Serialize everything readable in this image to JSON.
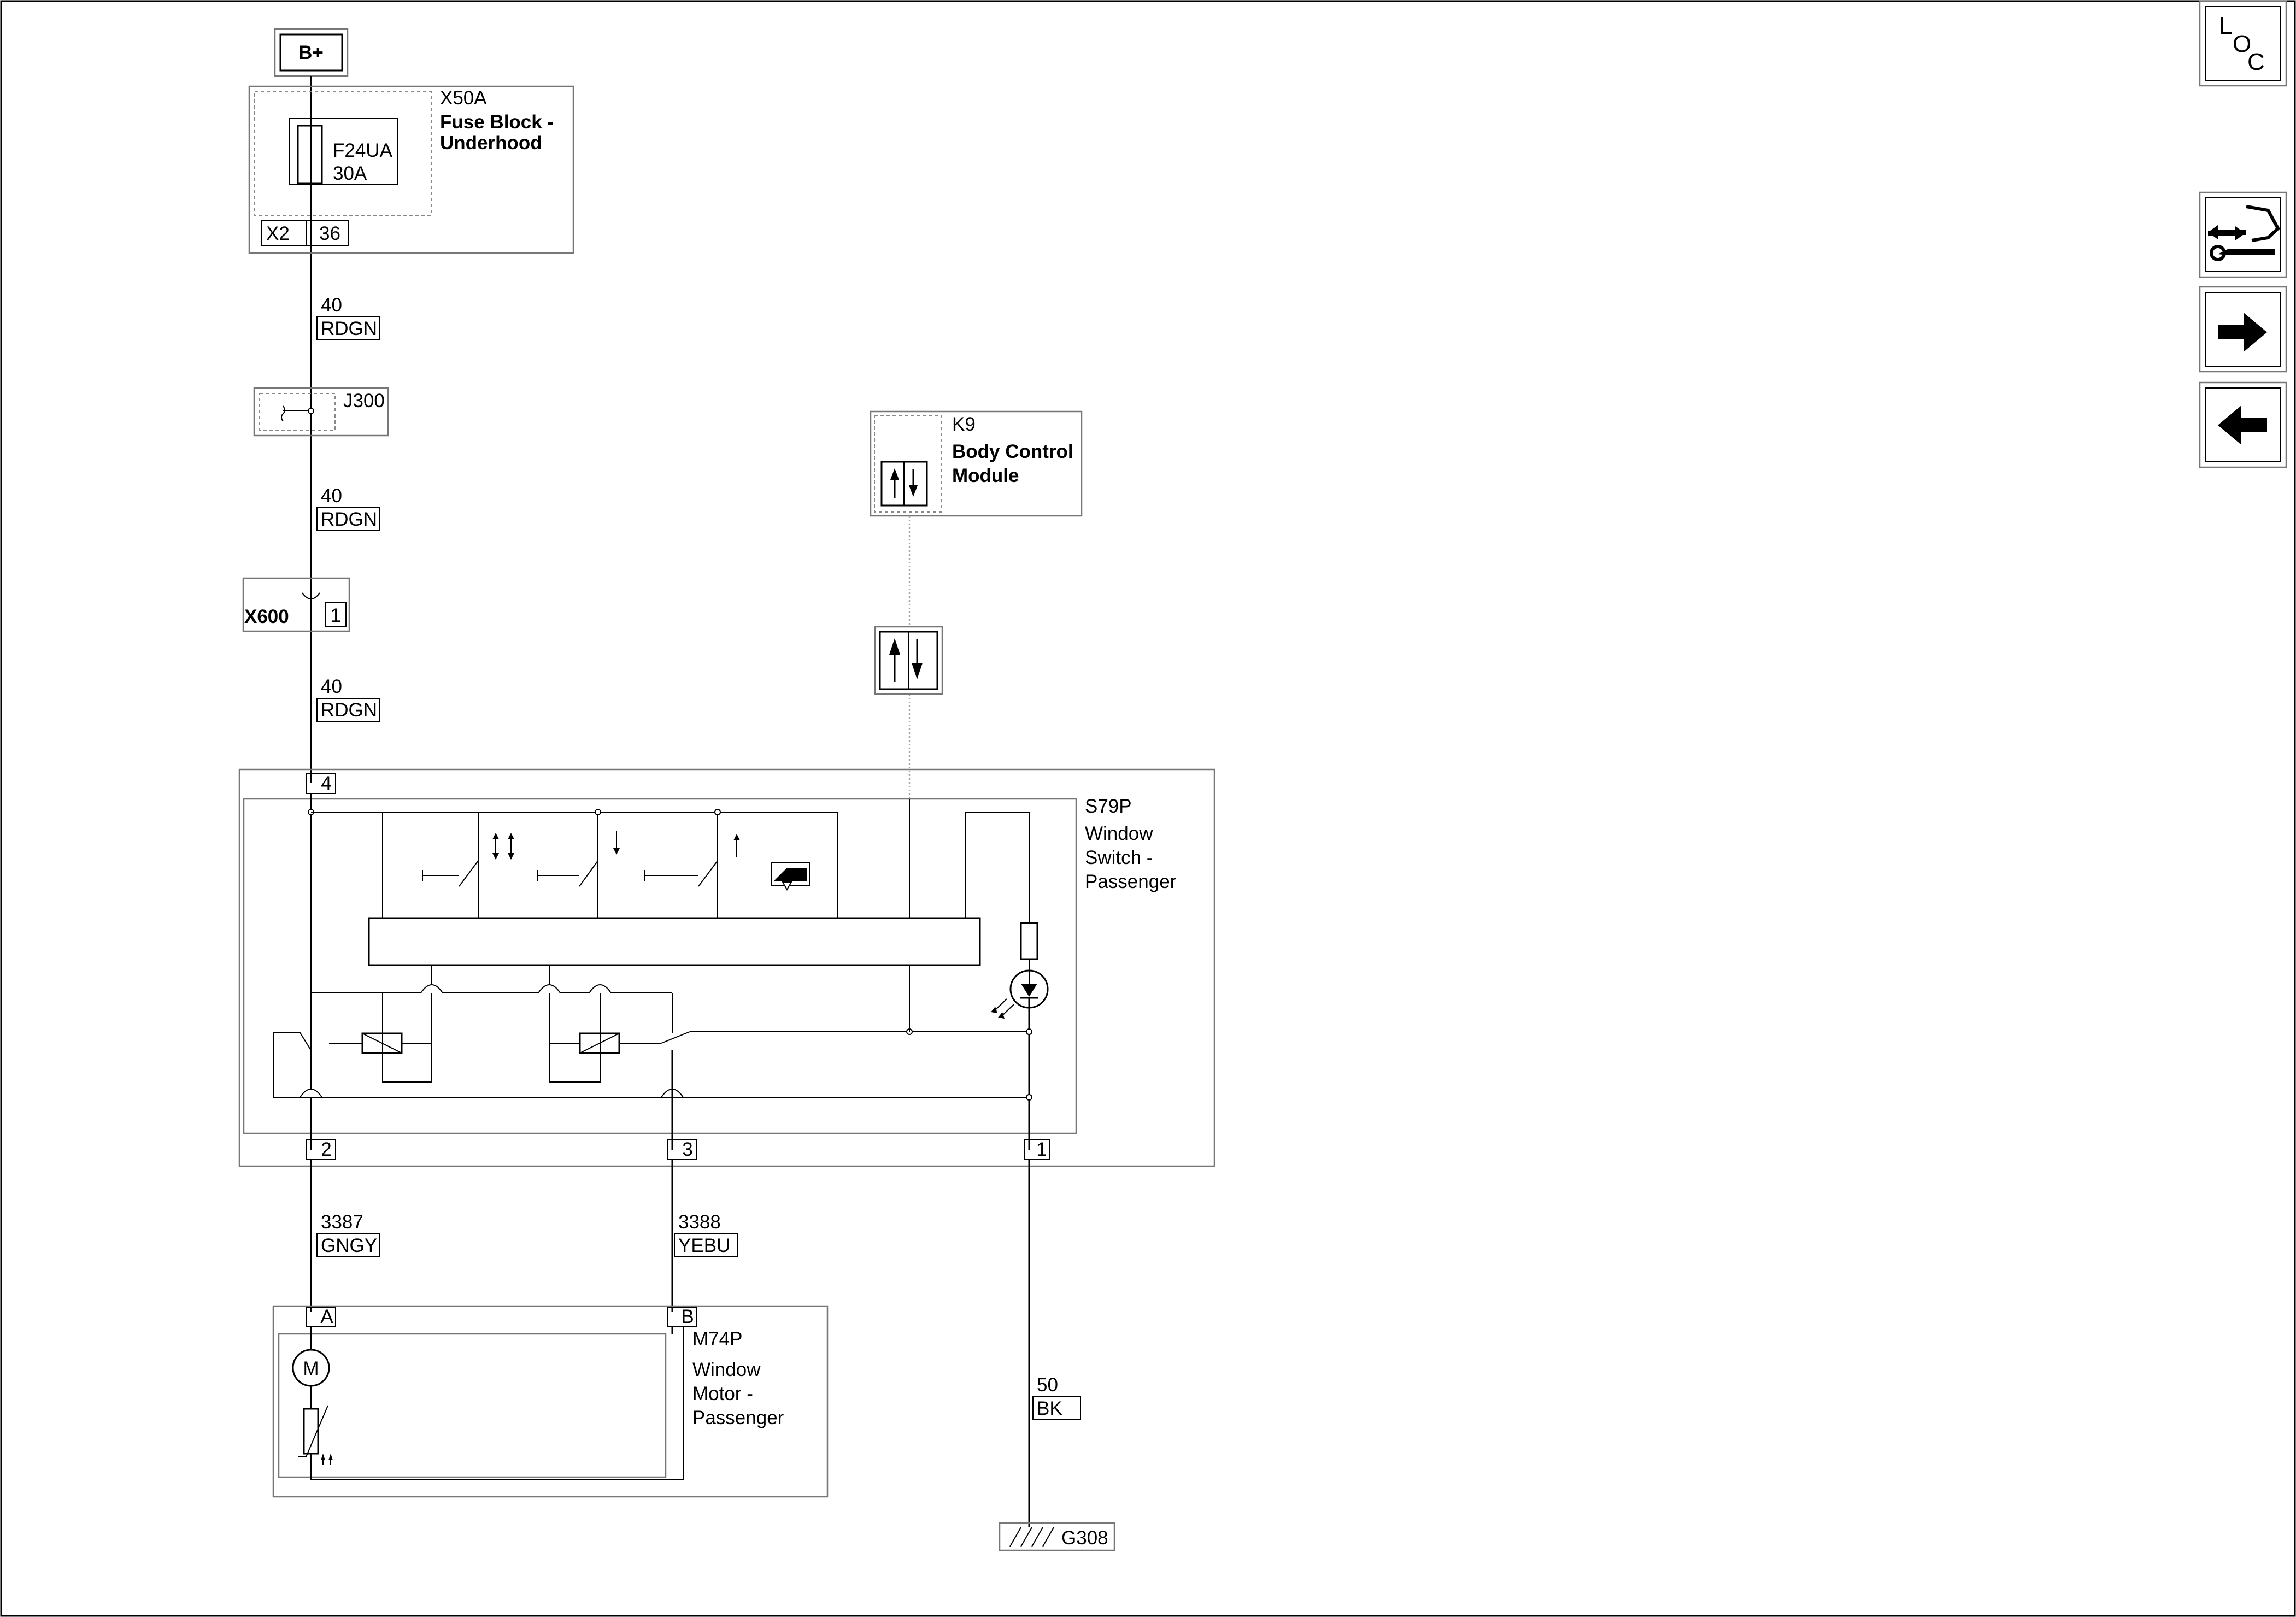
{
  "power": {
    "source": "B+"
  },
  "fuse_block": {
    "id": "X50A",
    "name_line1": "Fuse Block -",
    "name_line2": "Underhood",
    "fuse_id": "F24UA",
    "fuse_rating": "30A",
    "connector": "X2",
    "pin": "36"
  },
  "wires": [
    {
      "circuit": "40",
      "color": "RDGN"
    },
    {
      "circuit": "40",
      "color": "RDGN"
    },
    {
      "circuit": "40",
      "color": "RDGN"
    },
    {
      "circuit": "3387",
      "color": "GNGY"
    },
    {
      "circuit": "3388",
      "color": "YEBU"
    },
    {
      "circuit": "50",
      "color": "BK"
    }
  ],
  "splice": {
    "id": "J300"
  },
  "inline_connector": {
    "id": "X600",
    "pin": "1"
  },
  "bcm": {
    "id": "K9",
    "name_line1": "Body Control",
    "name_line2": "Module"
  },
  "switch": {
    "id": "S79P",
    "name_line1": "Window",
    "name_line2": "Switch -",
    "name_line3": "Passenger",
    "pins": {
      "top": "4",
      "left": "2",
      "mid": "3",
      "right": "1"
    }
  },
  "motor": {
    "id": "M74P",
    "name_line1": "Window",
    "name_line2": "Motor -",
    "name_line3": "Passenger",
    "pin_a": "A",
    "pin_b": "B",
    "symbol": "M"
  },
  "ground": {
    "id": "G308"
  },
  "nav": {
    "loc_l": "L",
    "loc_o": "O",
    "loc_c": "C",
    "icons": [
      "component-view-icon",
      "arrow-right-icon",
      "arrow-left-icon"
    ]
  }
}
